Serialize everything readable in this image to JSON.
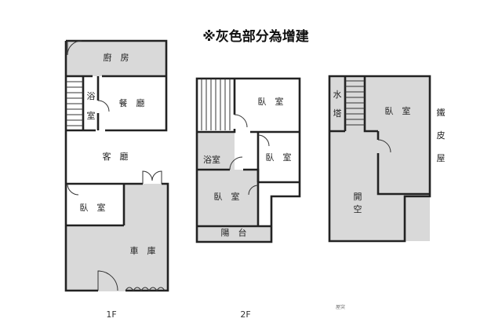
{
  "title": "※灰色部分為增建",
  "floor_1": {
    "caption": "1F",
    "rooms": {
      "kitchen": "廚　房",
      "bath": [
        "浴",
        "室"
      ],
      "dining": "餐　廳",
      "living": "客　廳",
      "bedroom": "臥　室",
      "garage": "車　庫"
    }
  },
  "floor_2": {
    "caption": "2F",
    "rooms": {
      "bedroom_a": "臥　室",
      "bath": "浴室",
      "bedroom_b": "臥　室",
      "bedroom_c": "臥　室",
      "balcony": "陽　台"
    }
  },
  "roof": {
    "caption": "屋突",
    "rooms": {
      "water_tower": [
        "水",
        "塔"
      ],
      "bedroom": "臥　室",
      "iron_house": [
        "鐵",
        "皮",
        "屋"
      ],
      "open_space": [
        "開",
        "空"
      ]
    }
  },
  "colors": {
    "addition_gray": "#d9d9d9",
    "wall": "#222222"
  }
}
